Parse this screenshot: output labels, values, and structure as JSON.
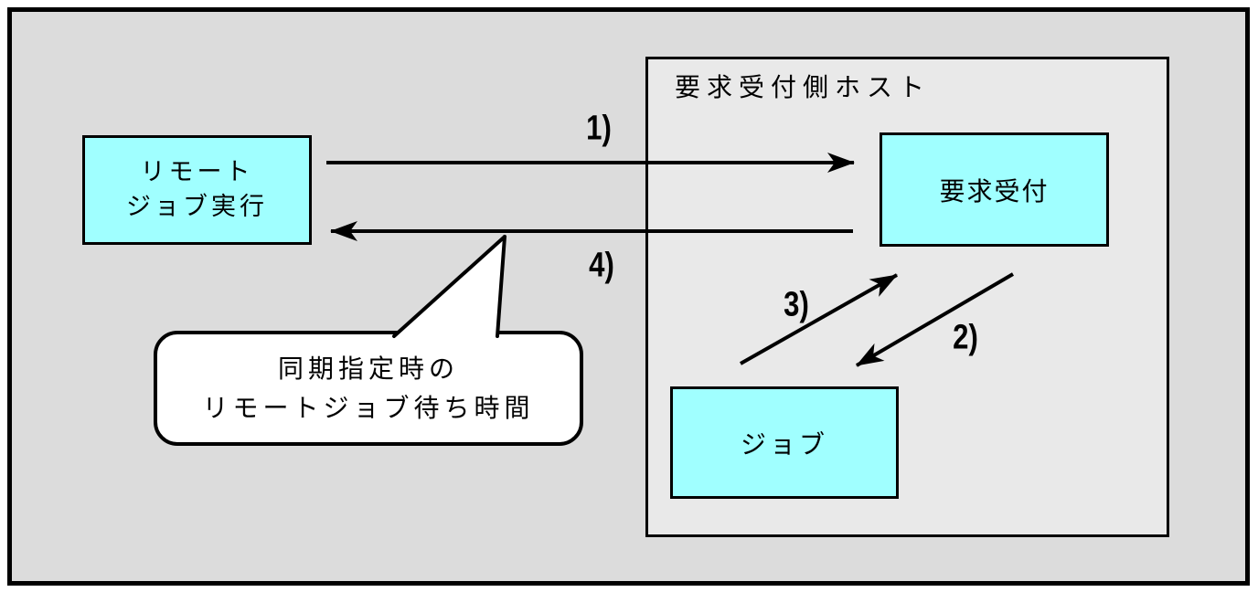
{
  "diagram": {
    "title": "remote-job-execution-sequence"
  },
  "host": {
    "label": "要求受付側ホスト"
  },
  "boxes": {
    "remote": {
      "line1": "リモート",
      "line2": "ジョブ実行"
    },
    "reception": {
      "label": "要求受付"
    },
    "job": {
      "label": "ジョブ"
    }
  },
  "callout": {
    "line1": "同期指定時の",
    "line2": "リモートジョブ待ち時間"
  },
  "arrows": {
    "a1": {
      "label": "1)",
      "from": "remote-job-box",
      "to": "request-reception-box"
    },
    "a2": {
      "label": "2)",
      "from": "request-reception-box",
      "to": "job-box"
    },
    "a3": {
      "label": "3)",
      "from": "job-box",
      "to": "request-reception-box"
    },
    "a4": {
      "label": "4)",
      "from": "request-reception-box",
      "to": "remote-job-box"
    }
  },
  "colors": {
    "background": "#dcdcdc",
    "host_background": "#e9e9e9",
    "box_fill": "#a0ffff",
    "line": "#000000",
    "callout_fill": "#ffffff"
  }
}
